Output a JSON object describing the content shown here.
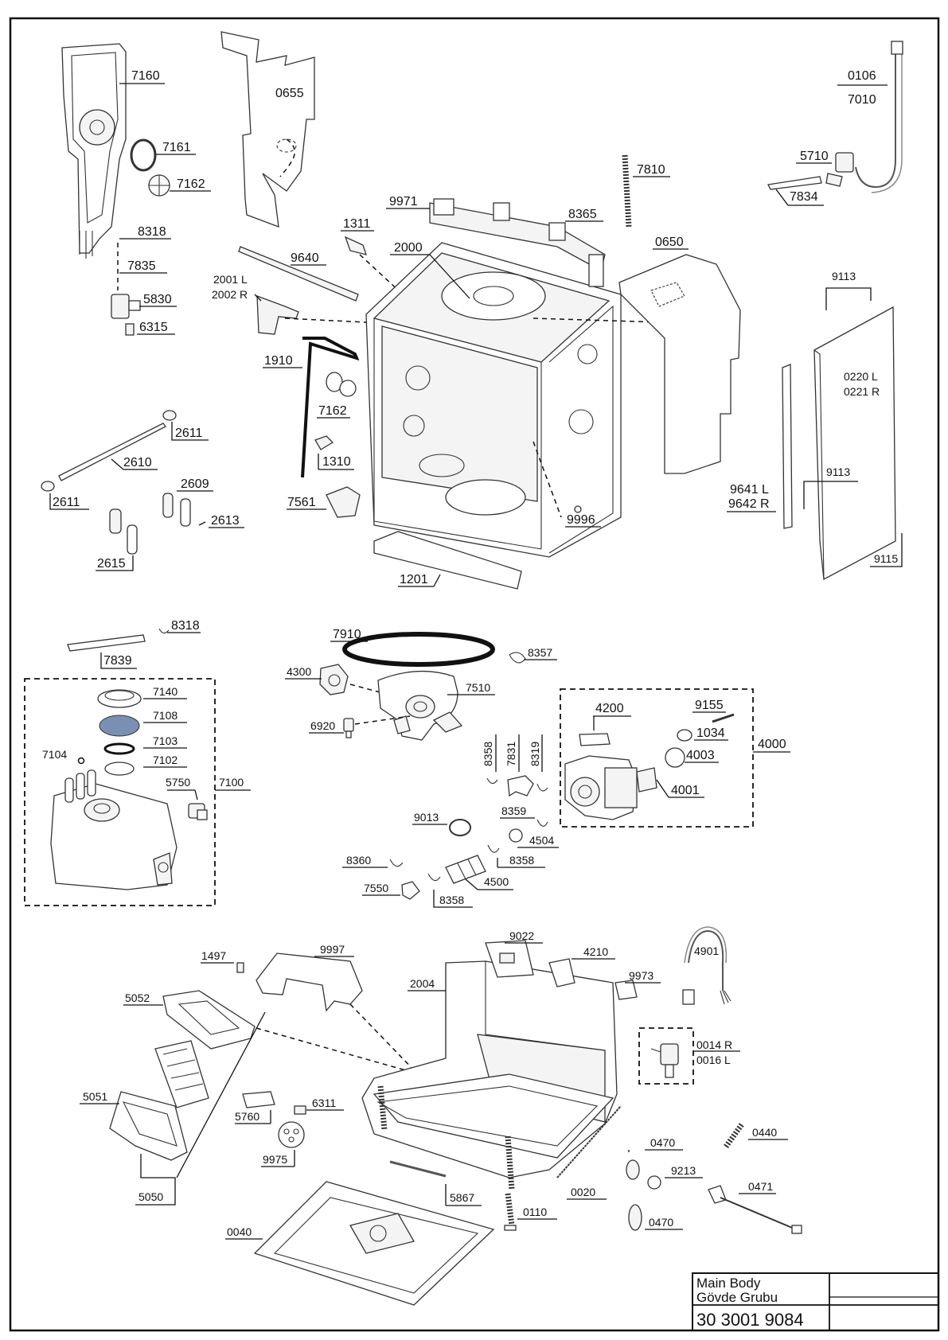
{
  "diagram": {
    "parts": {
      "p7160": "7160",
      "p0655": "0655",
      "p7161": "7161",
      "p7162a": "7162",
      "p8318a": "8318",
      "p7835": "7835",
      "p5830": "5830",
      "p6315": "6315",
      "p9640": "9640",
      "p2001": "2001 L",
      "p2002": "2002 R",
      "p1910": "1910",
      "p7162b": "7162",
      "p1310": "1310",
      "p7561": "7561",
      "p1311": "1311",
      "p2000": "2000",
      "p9971": "9971",
      "p8365": "8365",
      "p7810": "7810",
      "p0106": "0106",
      "p7010": "7010",
      "p5710": "5710",
      "p7834": "7834",
      "p0650": "0650",
      "p9113a": "9113",
      "p0220": "0220 L",
      "p0221": "0221 R",
      "p9113b": "9113",
      "p9641": "9641 L",
      "p9642": "9642 R",
      "p9115": "9115",
      "p9996": "9996",
      "p1201": "1201",
      "p2611a": "2611",
      "p2610": "2610",
      "p2611b": "2611",
      "p2609": "2609",
      "p2613": "2613",
      "p2615": "2615",
      "p8318b": "8318",
      "p7839": "7839",
      "p7140": "7140",
      "p7108": "7108",
      "p7103": "7103",
      "p7104": "7104",
      "p7102": "7102",
      "p5750": "5750",
      "p7100": "7100",
      "p7910": "7910",
      "p4300": "4300",
      "p7510": "7510",
      "p6920": "6920",
      "p8357": "8357",
      "p4200": "4200",
      "p9155": "9155",
      "p1034": "1034",
      "p4003": "4003",
      "p4000": "4000",
      "p4001": "4001",
      "p8358a": "8358",
      "p7831": "7831",
      "p8319": "8319",
      "p9013": "9013",
      "p8359": "8359",
      "p4504": "4504",
      "p8358b": "8358",
      "p8360": "8360",
      "p4500": "4500",
      "p7550": "7550",
      "p8358c": "8358",
      "p1497": "1497",
      "p9997": "9997",
      "p9022": "9022",
      "p4210": "4210",
      "p4901": "4901",
      "p9973": "9973",
      "p5052": "5052",
      "p2004": "2004",
      "p0014": "0014 R",
      "p0016": "0016 L",
      "p5051": "5051",
      "p6311": "6311",
      "p5760": "5760",
      "p9975": "9975",
      "p0470a": "0470",
      "p0440": "0440",
      "p5050": "5050",
      "p9213": "9213",
      "p5867": "5867",
      "p0020": "0020",
      "p0471": "0471",
      "p0110": "0110",
      "p0040": "0040",
      "p0470b": "0470"
    },
    "title_block": {
      "name_en": "Main Body",
      "name_tr": "Gövde Grubu",
      "doc_number": "30 3001 9084"
    }
  }
}
